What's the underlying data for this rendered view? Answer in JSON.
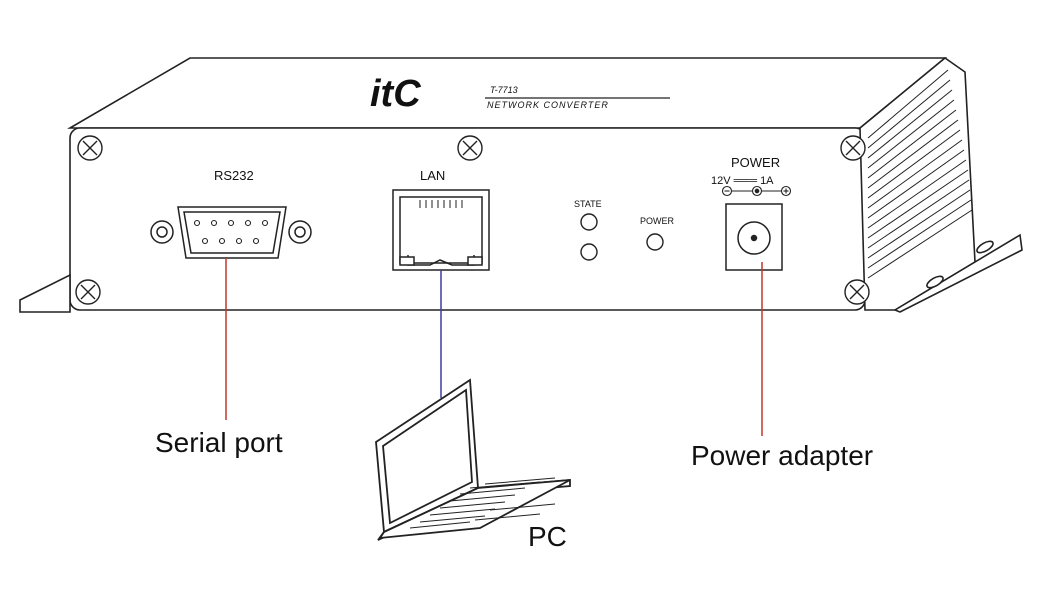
{
  "device": {
    "brand": "itC",
    "model": "T-7713",
    "subtitle": "NETWORK CONVERTER",
    "ports": {
      "rs232_label": "RS232",
      "lan_label": "LAN",
      "state_label": "STATE",
      "power_led_label": "POWER",
      "power_input_label": "POWER",
      "power_rating": "12V ═══ 1A"
    }
  },
  "callouts": {
    "serial": "Serial port",
    "pc": "PC",
    "power": "Power adapter"
  },
  "colors": {
    "outline": "#222222",
    "serial_line": "#c0392b",
    "lan_line": "#3b3f9f",
    "power_line": "#c0392b"
  }
}
